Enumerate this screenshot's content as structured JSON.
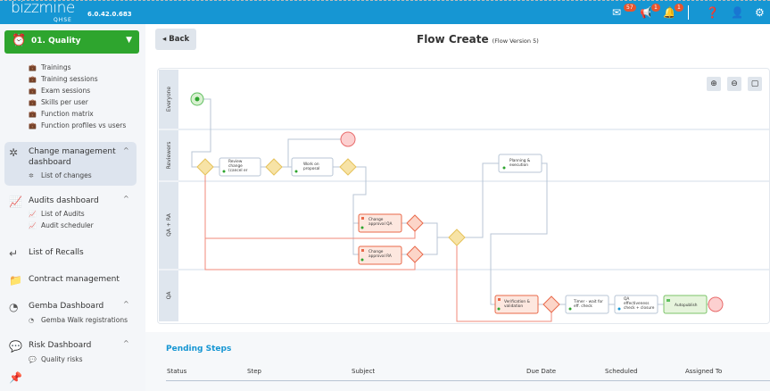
{
  "header": {
    "logo": "bizzmine",
    "logo_sub": "QHSE",
    "version": "6.0.42.0.683",
    "mail_count": "57",
    "announce_count": "1",
    "notif_count": "1"
  },
  "sidebar": {
    "module": "01. Quality",
    "training_items": [
      "Trainings",
      "Training sessions",
      "Exam sessions",
      "Skills per user",
      "Function matrix",
      "Function profiles vs users"
    ],
    "groups": [
      {
        "label": "Change management dashboard",
        "label_line1": "Change management",
        "label_line2": "dashboard",
        "children": [
          "List of changes"
        ]
      },
      {
        "label": "Audits dashboard",
        "children": [
          "List of Audits",
          "Audit scheduler"
        ]
      },
      {
        "label": "List of Recalls",
        "children": []
      },
      {
        "label": "Contract management",
        "children": []
      },
      {
        "label": "Gemba Dashboard",
        "children": [
          "Gemba Walk registrations"
        ]
      },
      {
        "label": "Risk Dashboard",
        "children": [
          "Quality risks"
        ]
      }
    ]
  },
  "toolbar": {
    "back": "Back"
  },
  "page": {
    "title": "Flow Create",
    "subtitle": "(Flow Version 5)"
  },
  "diagram": {
    "lanes": [
      "Everyone",
      "Reviewers",
      "QA + RA",
      "QA"
    ],
    "nodes": {
      "review": [
        "Review",
        "change",
        "(cancel er"
      ],
      "work": [
        "Work on",
        "proposal"
      ],
      "planning": [
        "Planning &",
        "execution"
      ],
      "approval_qa": [
        "Change",
        "approval QA"
      ],
      "approval_ra": [
        "Change",
        "approval RA"
      ],
      "verification": [
        "Verification &",
        "validation"
      ],
      "timer": [
        "Timer - wait for",
        "eff. check"
      ],
      "qa_eff": [
        "QA",
        "effectiveness",
        "check + closure"
      ],
      "autopublish": [
        "Autopublish"
      ]
    },
    "colors": {
      "task_border": "#b8c6d6",
      "gateway": "#f7e3a6",
      "gateway_border": "#e6c25a",
      "reject": "#f08a7a",
      "start": "#2ea52e",
      "end": "#f28b8b",
      "approval_fill": "#fde7df",
      "approval_border": "#e9694a",
      "auto_fill": "#e6f4dc",
      "auto_border": "#7cc46a"
    }
  },
  "pending": {
    "title": "Pending Steps",
    "columns": [
      "Status",
      "Step",
      "Subject",
      "Due Date",
      "Scheduled",
      "Assigned To"
    ]
  }
}
